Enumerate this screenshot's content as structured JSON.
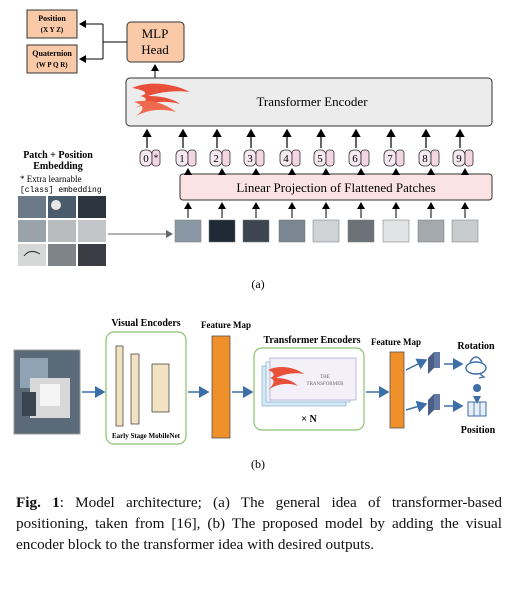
{
  "panel_a": {
    "outputs": {
      "position": "Position",
      "position_sub": "(X Y Z)",
      "quaternion": "Quaternion",
      "quaternion_sub": "(W P Q R)"
    },
    "mlp_head_line1": "MLP",
    "mlp_head_line2": "Head",
    "transformer_encoder": "Transformer Encoder",
    "patch_embedding_line1": "Patch + Position",
    "patch_embedding_line2": "Embedding",
    "extra_note_line1": "* Extra learnable",
    "extra_note_line2": "[class] embedding",
    "tokens": [
      "0",
      "1",
      "2",
      "3",
      "4",
      "5",
      "6",
      "7",
      "8",
      "9"
    ],
    "class_token_mark": "*",
    "linear_projection": "Linear Projection of Flattened Patches",
    "label": "(a)"
  },
  "panel_b": {
    "visual_encoders": "Visual Encoders",
    "early_stage": "Early Stage MobileNet",
    "feature_map_1": "Feature Map",
    "transformer_encoders": "Transformer Encoders",
    "the_transformer": "THE\nTRANSFORMER",
    "times_n": "× N",
    "feature_map_2": "Feature Map",
    "rotation": "Rotation",
    "position": "Position",
    "label": "(b)"
  },
  "caption": {
    "fig": "Fig. 1",
    "text": ":  Model architecture; (a) The general idea of transformer-based positioning, taken from [16], (b) The proposed model by adding the visual encoder block to the transformer idea with desired outputs."
  },
  "colors": {
    "orange_box": "#f9c9a8",
    "encoder_gray": "#ececec",
    "projection_pink": "#fbe3e3",
    "green_border": "#8dc26f",
    "feature_orange": "#f0902a",
    "arrow_blue": "#3c6ea8",
    "flame_red": "#e8503a"
  }
}
